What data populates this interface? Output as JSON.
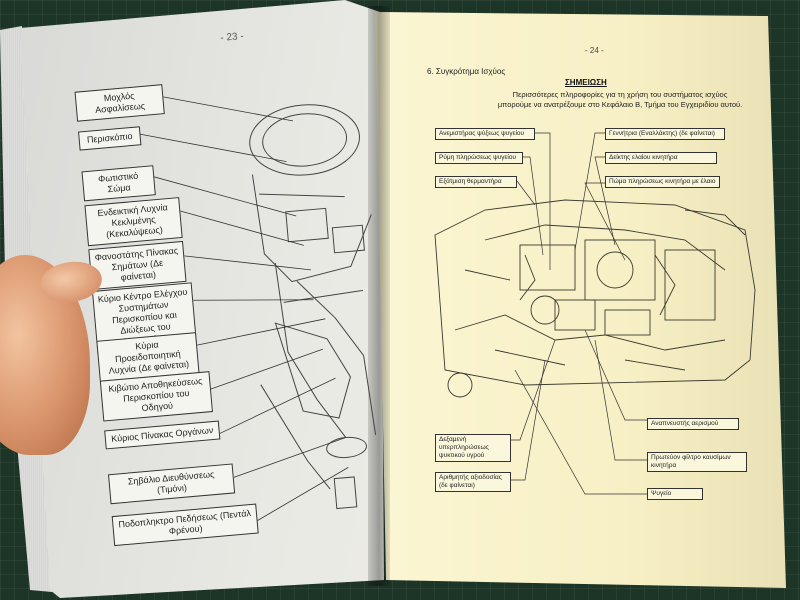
{
  "left_page": {
    "page_number": "- 23 -",
    "labels": [
      "Μοχλός Ασφαλίσεως",
      "Περισκόπιο",
      "Φωτιστικό Σώμα",
      "Ενδεικτική Λυχνία Κεκλιμένης (Κεκαλύψεως)",
      "Φανοστάτης Πίνακας Σημάτων (Δε φαίνεται)",
      "Κύριο Κέντρο Ελέγχου Συστημάτων Περισκοπίου και Διώξεως του Αυτοκινήτου",
      "Κύρια Προειδοποιητική Λυχνία (Δε φαίνεται)",
      "Κιβώτιο Αποθηκεύσεως Περισκοπίου του Οδηγού",
      "Κύριος Πίνακας Οργάνων",
      "Σηβάλιο Διευθύνσεως (Τιμόνι)",
      "Ποδοπληκτρο Πεδήσεως (Πεντάλ Φρένου)"
    ]
  },
  "right_page": {
    "page_number": "- 24 -",
    "section_heading": "6.   Συγκρότημα Ισχύος",
    "note_title": "ΣΗΜΕΙΩΣΗ",
    "note_text": "Περισσότερες πληροφορίες για τη χρήση του συστήματος ισχύος μπορούμε να ανατρέξουμε στο Κεφάλαιο Β, Τμήμα του Εγχειριδίου αυτού.",
    "labels_left": [
      "Ανεμιστήρας ψύξεως ψυγείου",
      "Ρύμη πληρώσεως ψυγείου",
      "Εξάτμιση θερμαντήρα"
    ],
    "labels_right": [
      "Γεννήτρια (Εναλλάκτης) (δε φαίνεται)",
      "Δείκτης ελαίου κινητήρα",
      "Πώμα πληρώσεως κινητήρα με έλαιο"
    ],
    "labels_bottom_left": [
      "Δεξαμενή υπερπληρώσεως ψυκτικού υγρού",
      "Αριθμητής αξιοδοσίας (δε φαίνεται)"
    ],
    "labels_bottom_right": [
      "Αναπνευστής αερισμού",
      "Πρωτεύον φίλτρο καυσίμων κινητήρα",
      "Ψυγείο"
    ]
  }
}
